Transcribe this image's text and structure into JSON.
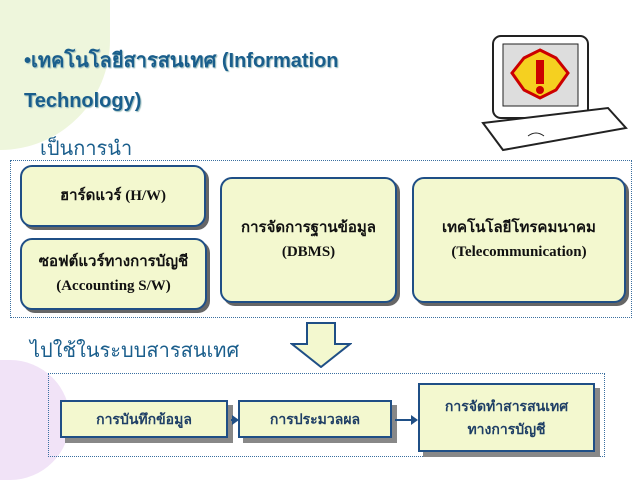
{
  "title_line1": "•เทคโนโลยีสารสนเทศ (Information",
  "title_line2": "Technology)",
  "subtitle_top": "เป็นการนำ",
  "subtitle_bottom": "ไปใช้ในระบบสารสนเทศ",
  "components": {
    "hardware": "ฮาร์ดแวร์ (H/W)",
    "software_line1": "ซอฟต์แวร์ทางการบัญชี",
    "software_line2": "(Accounting S/W)",
    "dbms_line1": "การจัดการฐานข้อมูล",
    "dbms_line2": "(DBMS)",
    "telecom_line1": "เทคโนโลยีโทรคมนาคม",
    "telecom_line2": "(Telecommunication)"
  },
  "process": {
    "step1": "การบันทึกข้อมูล",
    "step2": "การประมวลผล",
    "step3_line1": "การจัดทำสารสนเทศ",
    "step3_line2": "ทางการบัญชี"
  }
}
